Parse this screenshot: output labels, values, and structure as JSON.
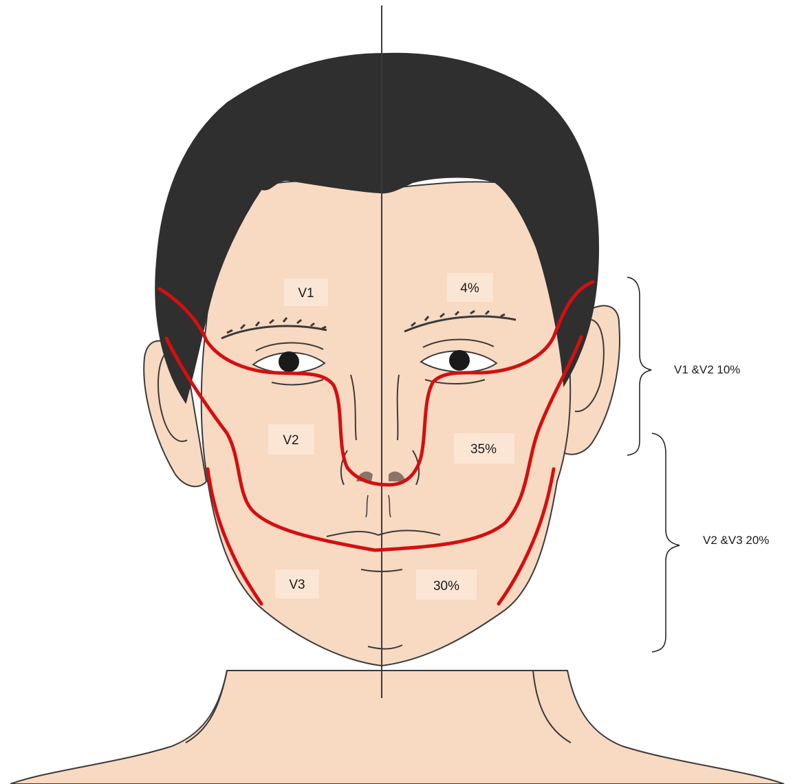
{
  "diagram": {
    "colors": {
      "skin": "#f8d9c2",
      "hair": "#2f2f2f",
      "outline": "#3a3a3a",
      "division_line": "#d40f0f",
      "label_box": "#fbe6d6",
      "nostril": "#8a7466"
    },
    "left_labels": {
      "v1": "V1",
      "v2": "V2",
      "v3": "V3"
    },
    "right_labels": {
      "v1_pct": "4%",
      "v2_pct": "35%",
      "v3_pct": "30%"
    },
    "brackets": {
      "upper": "V1 &V2 10%",
      "lower": "V2 &V3 20%"
    }
  }
}
